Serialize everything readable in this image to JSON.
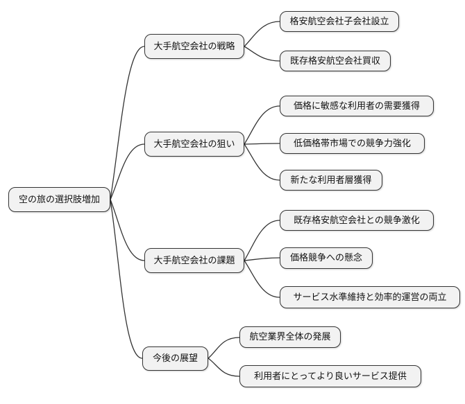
{
  "diagram": {
    "type": "mindmap",
    "root": {
      "label": "空の旅の選択肢増加"
    },
    "branches": [
      {
        "label": "大手航空会社の戦略",
        "children": [
          "格安航空会社子会社設立",
          "既存格安航空会社買収"
        ]
      },
      {
        "label": "大手航空会社の狙い",
        "children": [
          "価格に敏感な利用者の需要獲得",
          "低価格帯市場での競争力強化",
          "新たな利用者層獲得"
        ]
      },
      {
        "label": "大手航空会社の課題",
        "children": [
          "既存格安航空会社との競争激化",
          "価格競争への懸念",
          "サービス水準維持と効率的運営の両立"
        ]
      },
      {
        "label": "今後の展望",
        "children": [
          "航空業界全体の発展",
          "利用者にとってより良いサービス提供"
        ]
      }
    ],
    "colors": {
      "background": "#ffffff",
      "node_fill": "#f2f2f2",
      "node_border": "#333333",
      "edge": "#333333",
      "text": "#111111"
    }
  }
}
